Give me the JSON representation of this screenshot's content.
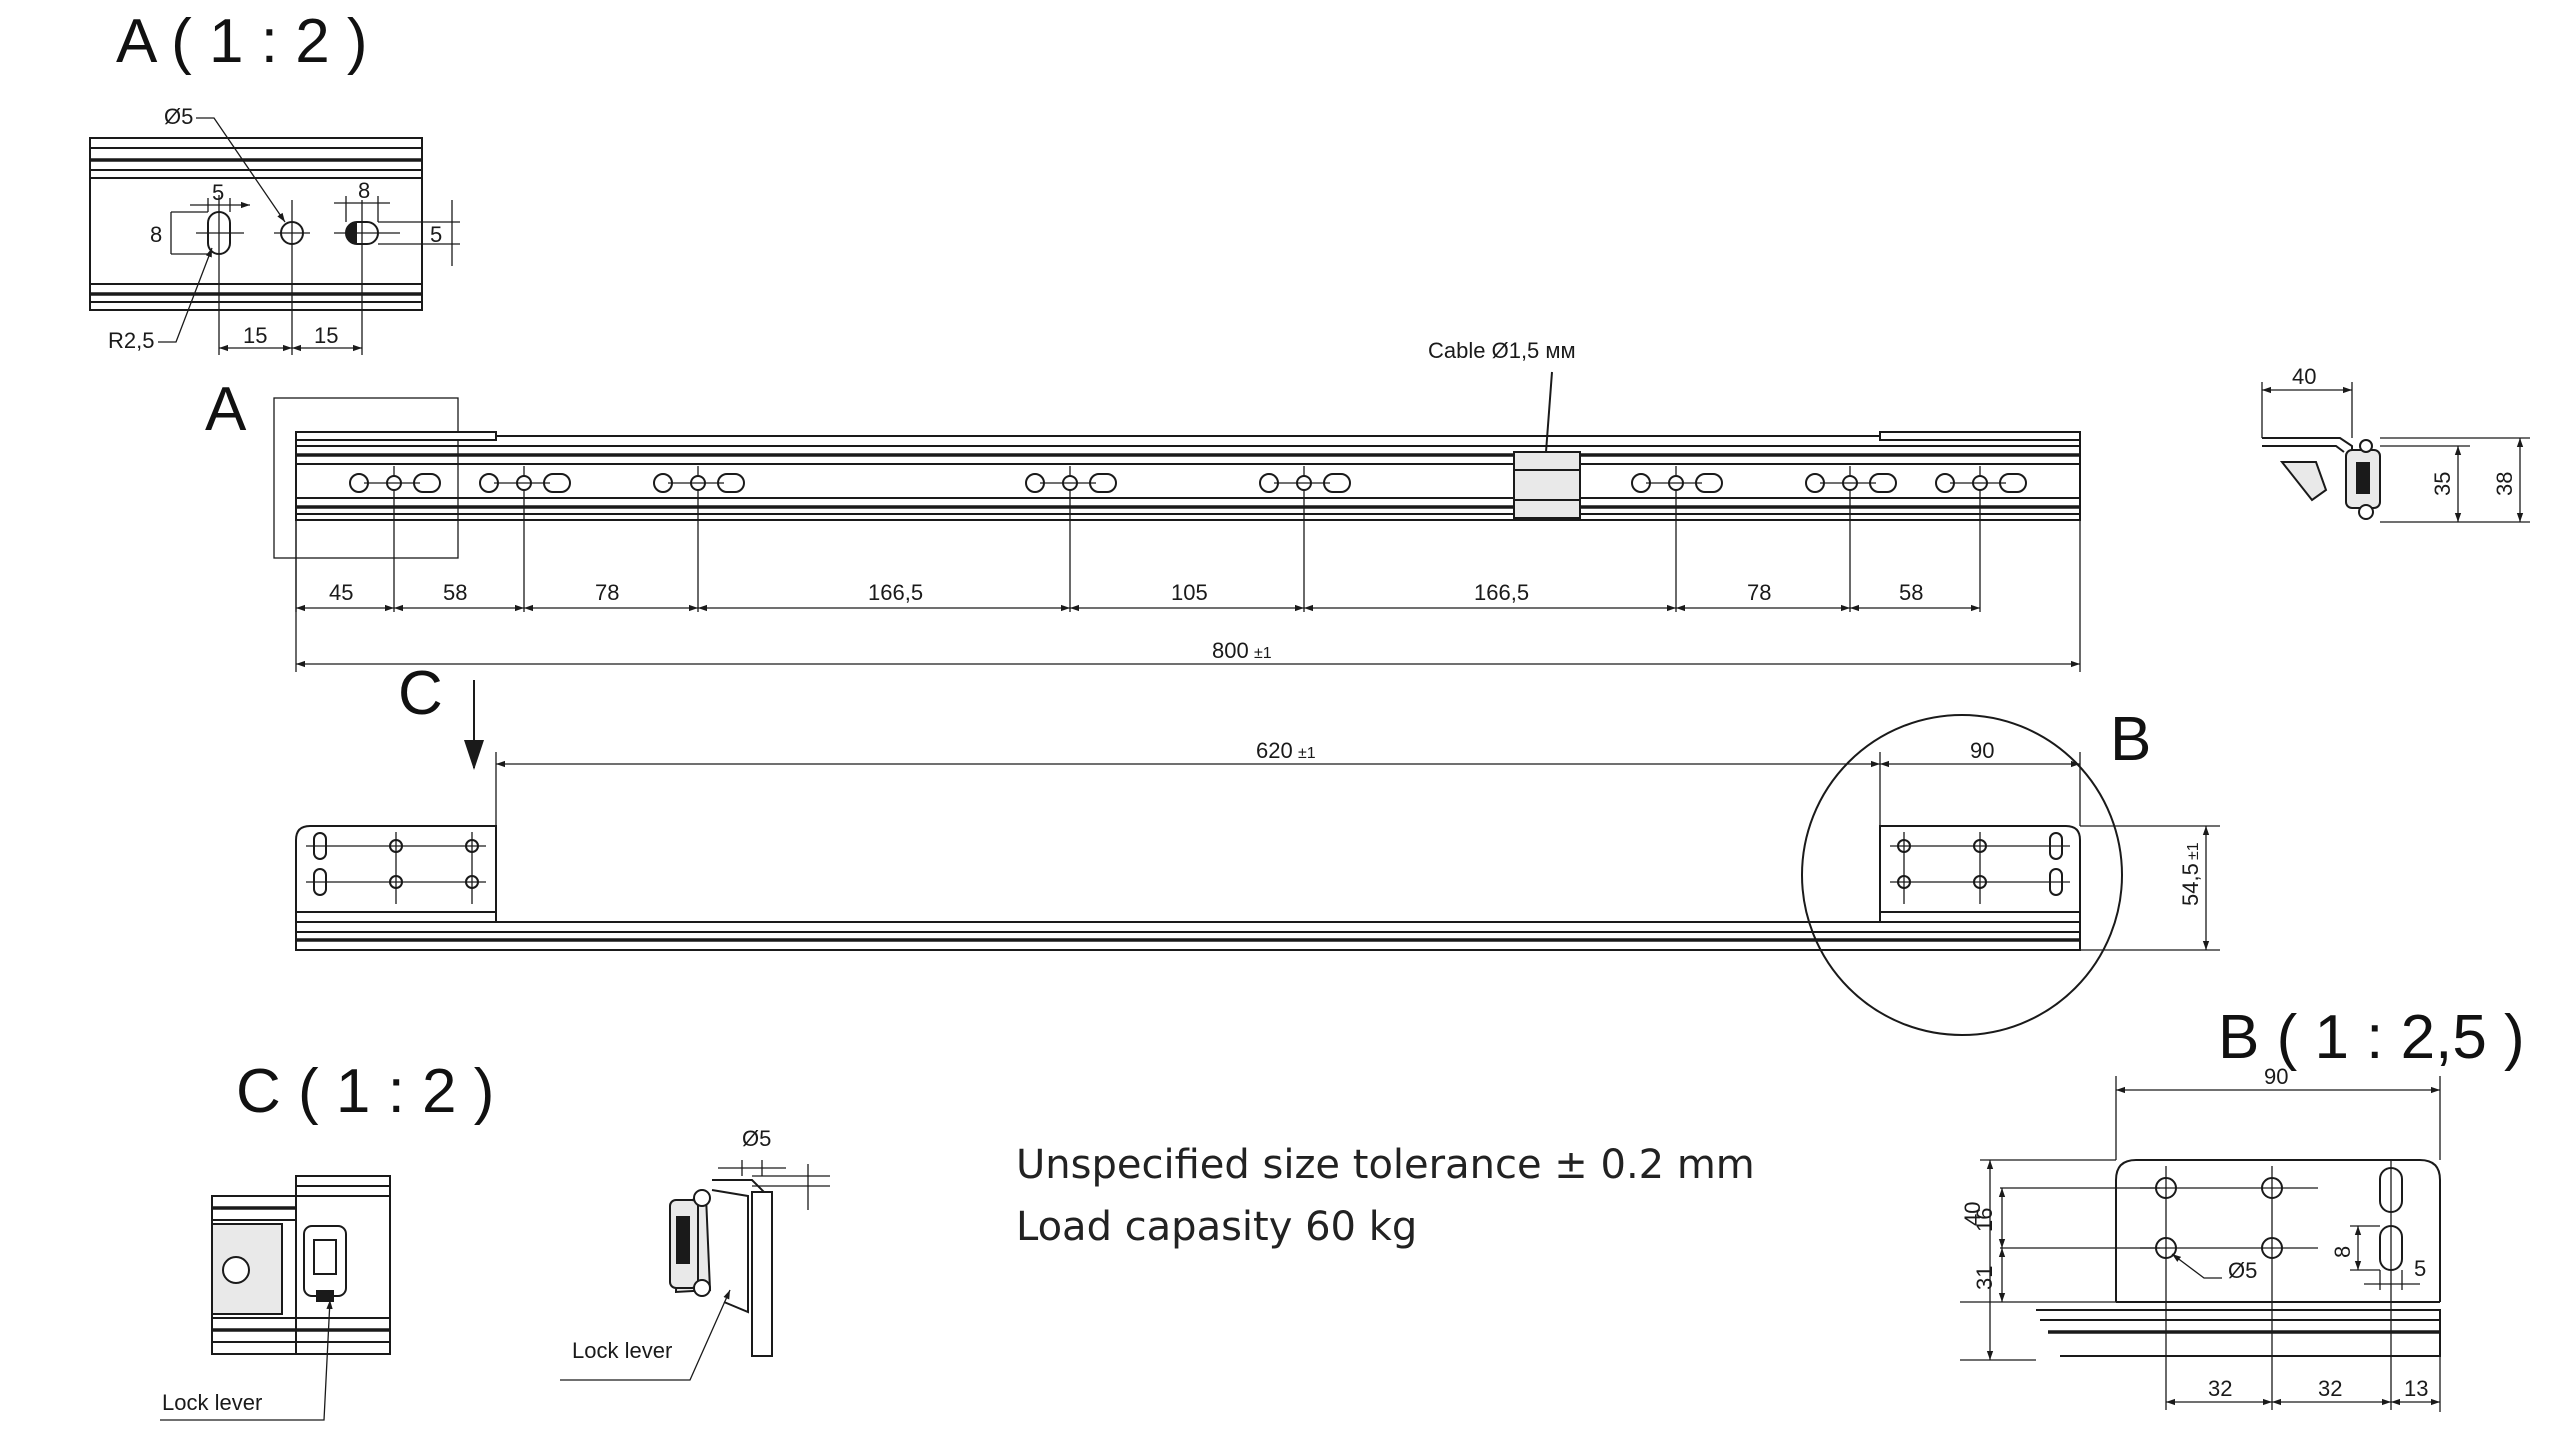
{
  "views": {
    "a_title": "A ( 1 : 2 )",
    "b_title": "B ( 1 : 2,5 )",
    "c_title": "C ( 1 : 2 )",
    "marker_a": "A",
    "marker_b": "B",
    "marker_c": "C"
  },
  "notes": {
    "tolerance": "Unspecified size tolerance ± 0.2 mm",
    "load": "Load capasity 60 kg"
  },
  "labels": {
    "cable": "Cable Ø1,5 мм",
    "lock_lever_c": "Lock lever",
    "lock_lever_side": "Lock lever"
  },
  "dimensions": {
    "detail_a": {
      "d_hole": "Ø5",
      "slot_w": "5",
      "slot_h": "8",
      "right_w": "8",
      "right_h": "5",
      "radius": "R2,5",
      "pitch1": "15",
      "pitch2": "15"
    },
    "main": [
      "45",
      "58",
      "78",
      "166,5",
      "105",
      "166,5",
      "78",
      "58"
    ],
    "total": "800",
    "total_tol": "±1",
    "profile": {
      "width": "40",
      "h1": "35",
      "h2": "38"
    },
    "lower": {
      "span": "620",
      "span_tol": "±1",
      "bracket": "90",
      "height": "54,5",
      "height_tol": "±1"
    },
    "detail_b": {
      "width": "90",
      "h40": "40",
      "h16": "16",
      "h31": "31",
      "d_hole": "Ø5",
      "slot_h": "8",
      "slot_w": "5",
      "p1": "32",
      "p2": "32",
      "p3": "13"
    },
    "detail_side": {
      "d_hole": "Ø5"
    }
  }
}
